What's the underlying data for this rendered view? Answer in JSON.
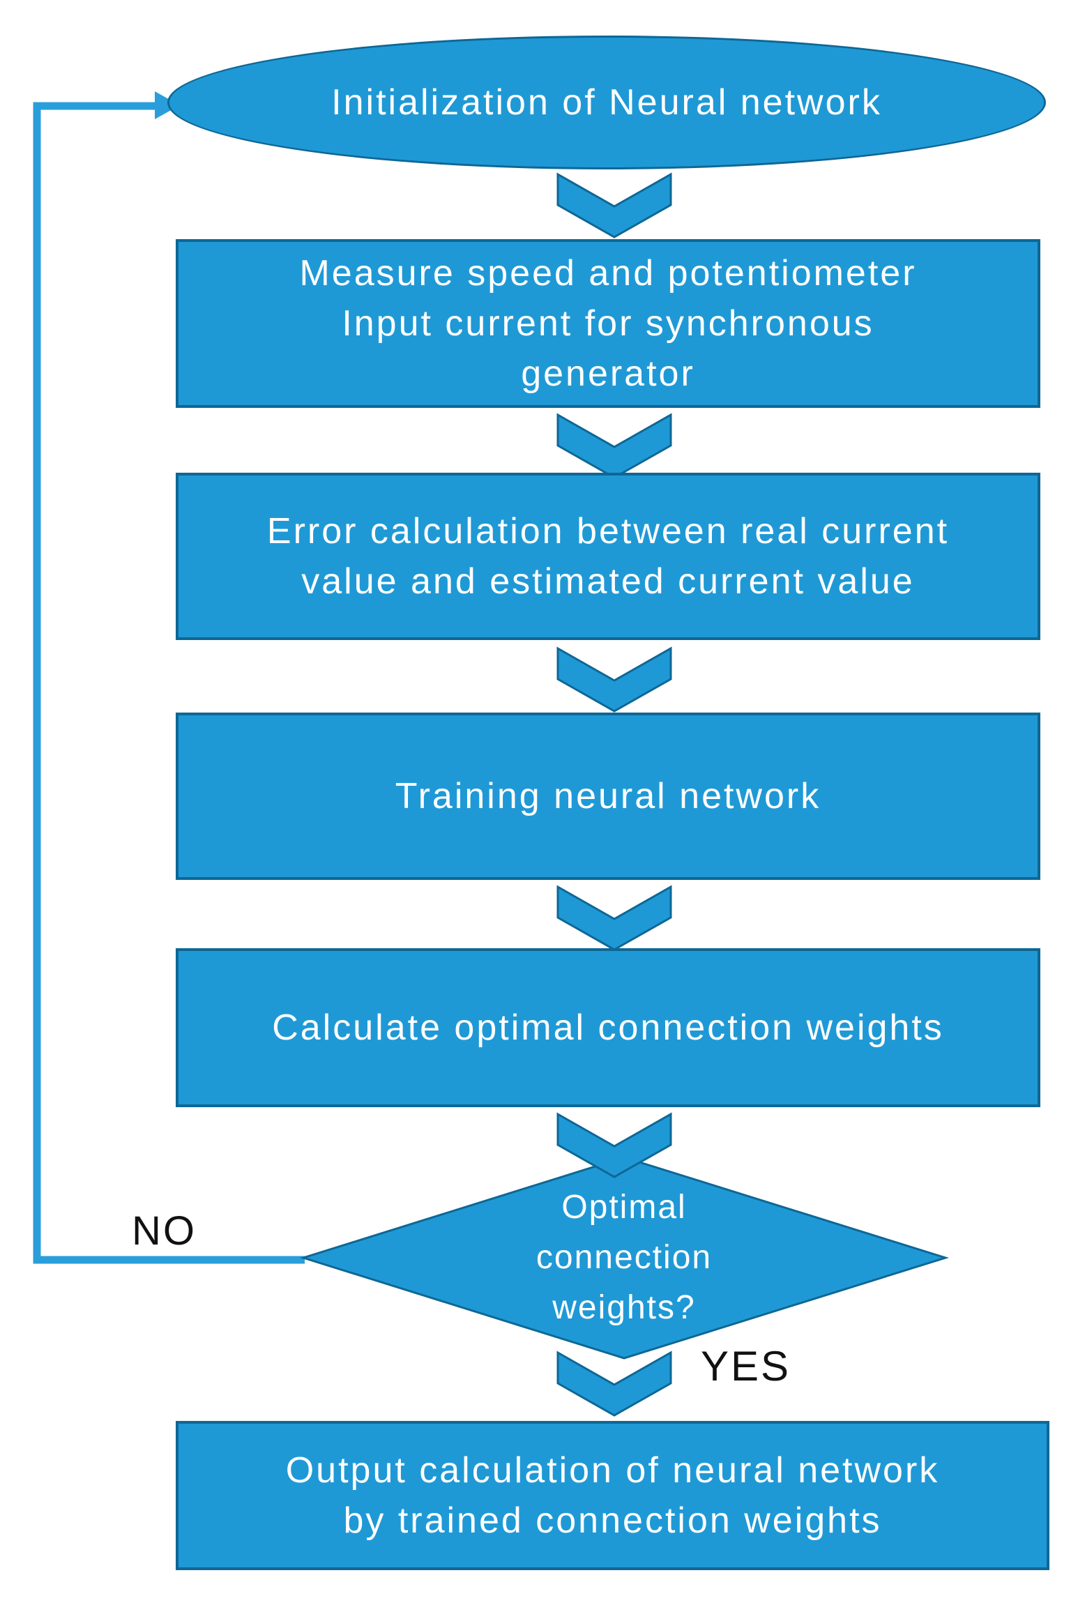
{
  "colors": {
    "node_fill": "#1f99d6",
    "node_border": "#0e6795",
    "connector": "#2a9edb",
    "text": "#ffffff",
    "label_text": "#111111",
    "background": "#ffffff"
  },
  "flowchart": {
    "start": {
      "label": "Initialization of Neural network"
    },
    "steps": [
      {
        "lines": [
          "Measure speed and potentiometer",
          "Input current for synchronous",
          "generator"
        ]
      },
      {
        "lines": [
          "Error calculation between real current",
          "value and estimated current value"
        ]
      },
      {
        "lines": [
          "Training neural network"
        ]
      },
      {
        "lines": [
          "Calculate optimal connection weights"
        ]
      }
    ],
    "decision": {
      "lines": [
        "Optimal",
        "connection",
        "weights?"
      ],
      "no_label": "NO",
      "yes_label": "YES"
    },
    "end": {
      "lines": [
        "Output calculation of neural network",
        "by trained connection weights"
      ]
    }
  }
}
